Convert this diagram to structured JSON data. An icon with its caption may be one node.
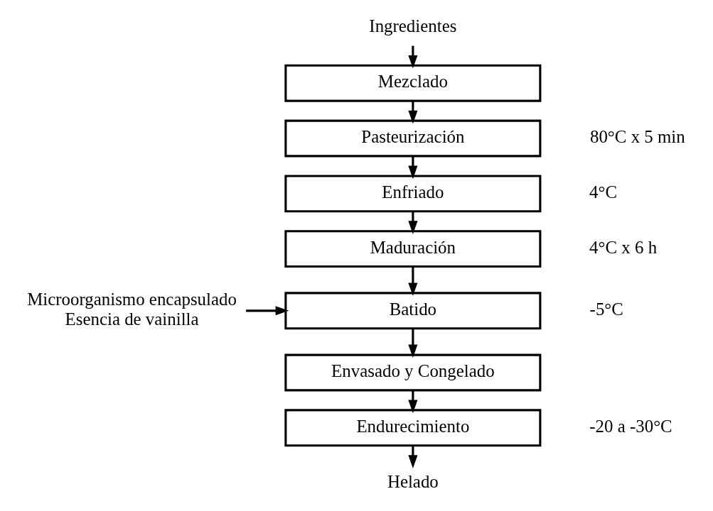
{
  "diagram": {
    "nodes": [
      {
        "text": [
          "Ingredientes"
        ]
      },
      {
        "text": [
          "Mezclado"
        ]
      },
      {
        "text": [
          "Pasteurización"
        ],
        "beside": [
          "80°C x 5 min"
        ]
      },
      {
        "text": [
          "Enfriado"
        ],
        "beside": [
          "4°C"
        ]
      },
      {
        "text": [
          "Maduración"
        ],
        "beside": [
          "4°C x 6 h"
        ]
      },
      {
        "text": [
          "Microorganismo encapsulado",
          "Esencia de vainilla"
        ]
      },
      {
        "text": [
          "Batido"
        ],
        "beside": [
          "-5°C"
        ]
      },
      {
        "text": [
          "Envasado y Congelado"
        ]
      },
      {
        "text": [
          "Endurecimiento"
        ],
        "beside": [
          "-20 a -30°C"
        ]
      },
      {
        "text": [
          "Helado"
        ]
      }
    ],
    "edges": [
      {
        "from": 0,
        "to": 1,
        "arrow": "to"
      },
      {
        "from": 1,
        "to": 2,
        "arrow": "to"
      },
      {
        "from": 2,
        "to": 3,
        "arrow": "to"
      },
      {
        "from": 3,
        "to": 4,
        "arrow": "to"
      },
      {
        "from": 4,
        "to": 6,
        "arrow": "to"
      },
      {
        "from": 5,
        "to": 6,
        "arrow": "to"
      },
      {
        "from": 6,
        "to": 7,
        "arrow": "to"
      },
      {
        "from": 7,
        "to": 8,
        "arrow": "to"
      },
      {
        "from": 8,
        "to": 9,
        "arrow": "to"
      }
    ]
  }
}
